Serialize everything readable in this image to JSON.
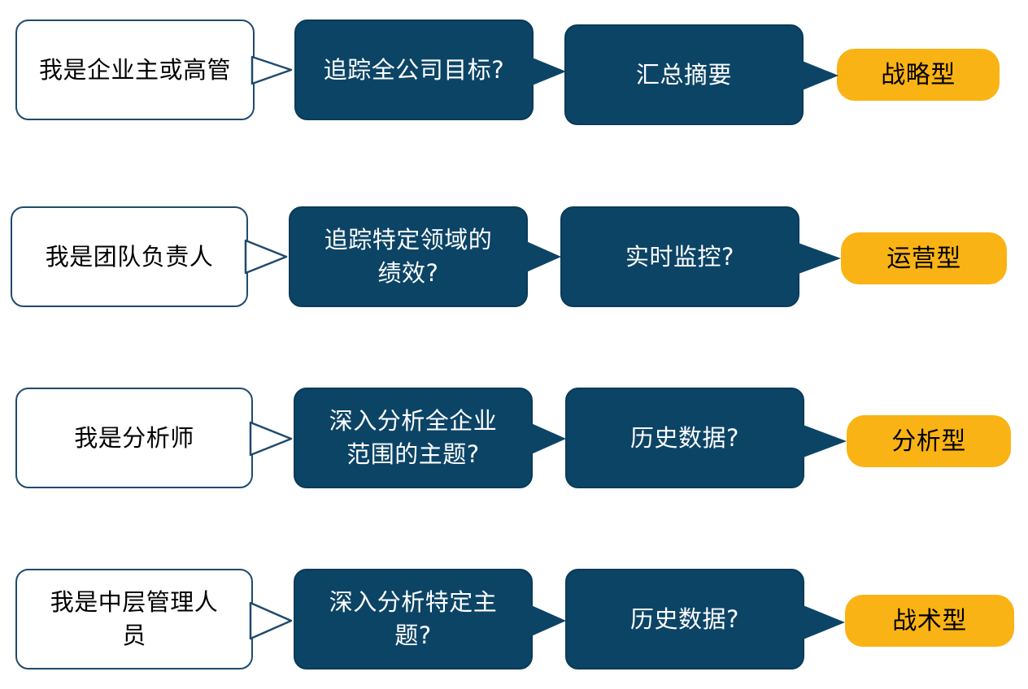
{
  "rows": [
    {
      "who": "我是企业主或高管",
      "question": "追踪全公司目标?",
      "detail": "汇总摘要",
      "result": "战略型"
    },
    {
      "who": "我是团队负责人",
      "question": "追踪特定领域的\n绩效?",
      "detail": "实时监控?",
      "result": "运营型"
    },
    {
      "who": "我是分析师",
      "question": "深入分析全企业\n范围的主题?",
      "detail": "历史数据?",
      "result": "分析型"
    },
    {
      "who": "我是中层管理人\n员",
      "question": "深入分析特定主\n题?",
      "detail": "历史数据?",
      "result": "战术型"
    }
  ],
  "colors": {
    "question_fill": "#0c4466",
    "person_border": "#1f4a6e",
    "result_fill": "#fab315"
  }
}
